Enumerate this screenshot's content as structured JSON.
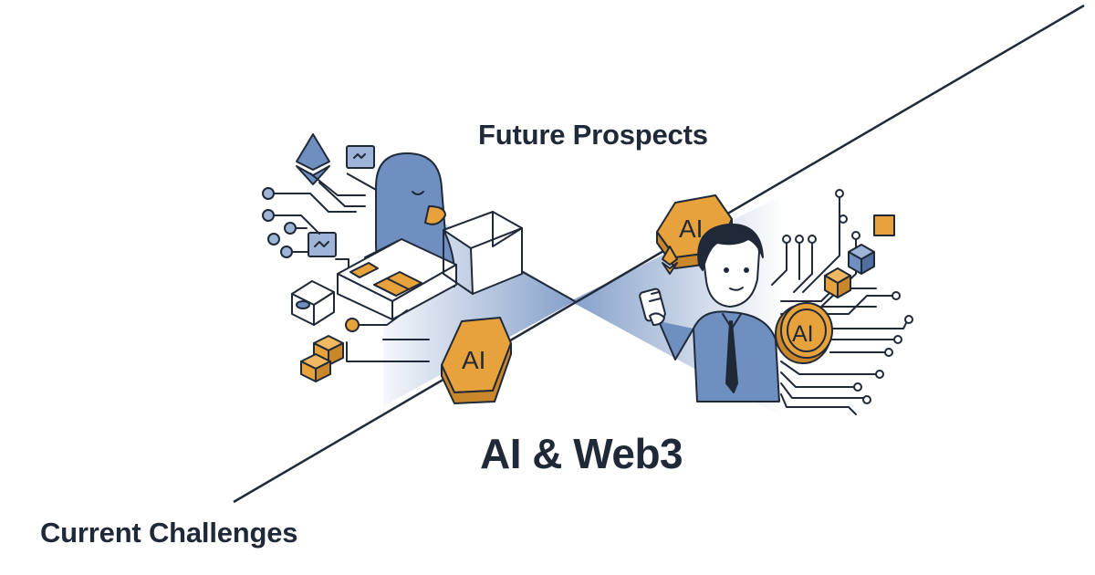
{
  "labels": {
    "future": "Future Prospects",
    "title": "AI & Web3",
    "current": "Current Challenges"
  },
  "badges": {
    "ai": "AI"
  },
  "colors": {
    "ink": "#1f2937",
    "blue": "#6f8fc0",
    "blue_light": "#9fb5d8",
    "orange": "#e8a23b",
    "orange_dark": "#c9862a"
  },
  "icons": [
    "ethereum-icon",
    "code-window-icon",
    "eye-cube-icon",
    "circuit-traces",
    "block-cube-icon",
    "ai-hexagon-icon",
    "ai-coin-icon"
  ]
}
